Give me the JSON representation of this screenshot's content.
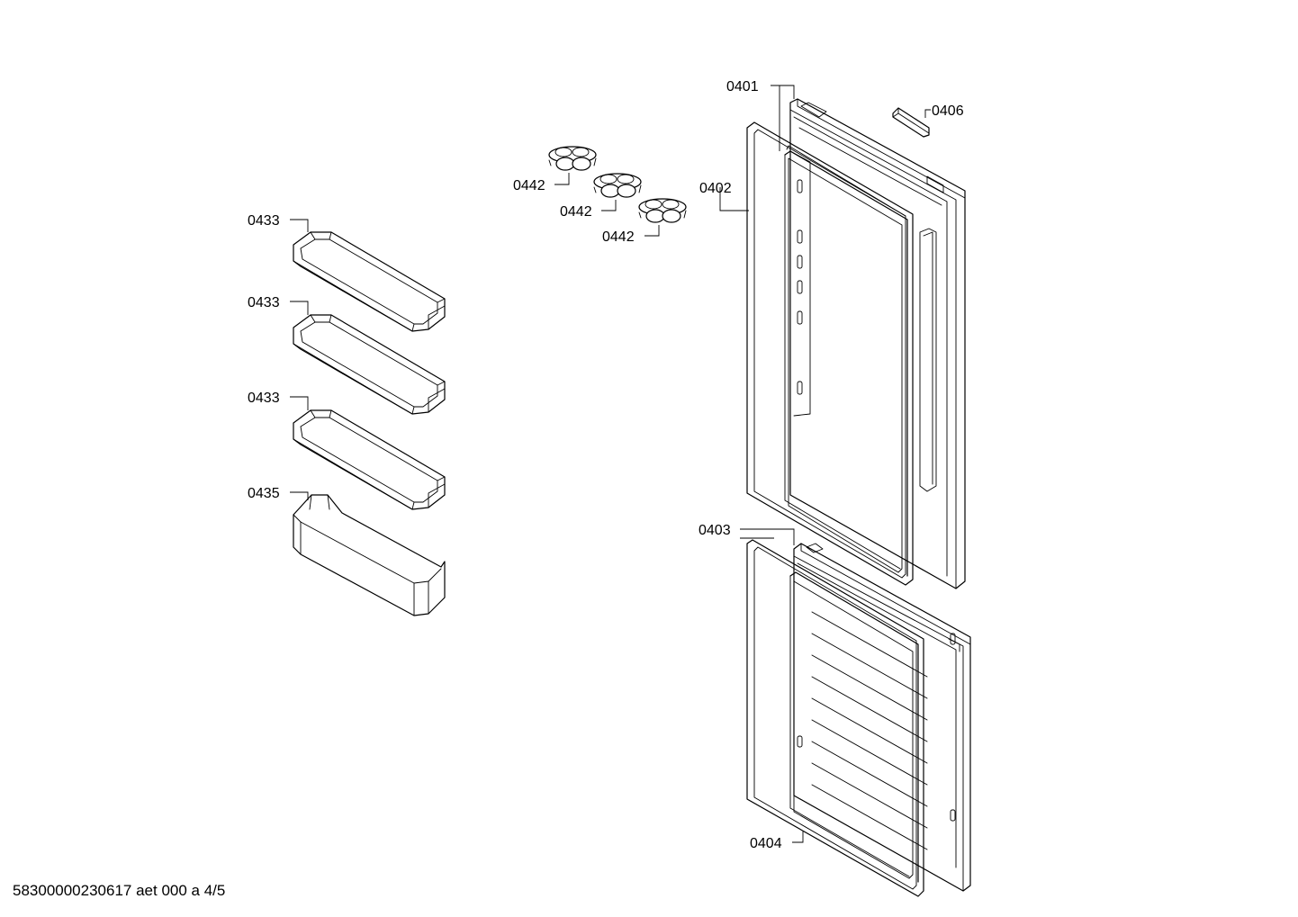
{
  "callouts": {
    "door_upper_panel": "0401",
    "door_upper_gasket": "0402",
    "door_lower_panel": "0403",
    "door_lower_gasket": "0404",
    "handle_cap": "0406",
    "egg_tray_1": "0442",
    "egg_tray_2": "0442",
    "egg_tray_3": "0442",
    "shelf_1": "0433",
    "shelf_2": "0433",
    "shelf_3": "0433",
    "bottle_shelf": "0435"
  },
  "footer": {
    "code": "58300000230617 aet 000 a 4/5"
  }
}
